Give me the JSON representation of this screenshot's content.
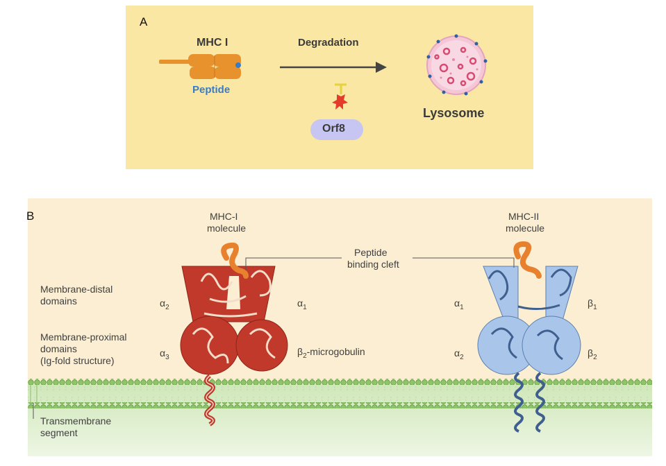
{
  "panel_a": {
    "letter": "A",
    "mhc_label": "MHC I",
    "peptide_label": "Peptide",
    "arrow_label": "Degradation",
    "orf8_label": "Orf8",
    "lysosome_label": "Lysosome"
  },
  "panel_b": {
    "letter": "B",
    "mhc1_title": [
      "MHC-I",
      "molecule"
    ],
    "mhc2_title": [
      "MHC-II",
      "molecule"
    ],
    "cleft_label": [
      "Peptide",
      "binding cleft"
    ],
    "distal_label": [
      "Membrane-distal",
      "domains"
    ],
    "proximal_label": [
      "Membrane-proximal",
      "domains",
      "(Ig-fold structure)"
    ],
    "transmembrane_label": [
      "Transmembrane",
      "segment"
    ],
    "mhc1_domains": {
      "alpha2": "α",
      "alpha2_sub": "2",
      "alpha1": "α",
      "alpha1_sub": "1",
      "alpha3": "α",
      "alpha3_sub": "3",
      "b2m": "β",
      "b2m_sub": "2",
      "b2m_rest": "-microgobulin"
    },
    "mhc2_domains": {
      "alpha1": "α",
      "alpha1_sub": "1",
      "beta1": "β",
      "beta1_sub": "1",
      "alpha2": "α",
      "alpha2_sub": "2",
      "beta2": "β",
      "beta2_sub": "2"
    }
  },
  "colors": {
    "panel_a_bg": "#f9e7a3",
    "panel_b_bg": "#fbeed2",
    "mhc_orange": "#e8922e",
    "peptide_blue": "#3a7cc4",
    "lysosome_pink": "#f4c6d6",
    "orf8_purple": "#c7c6f2",
    "mhc1_red": "#c0392b",
    "mhc2_blue": "#a9c6ea",
    "membrane_green": "#8fc46a"
  }
}
